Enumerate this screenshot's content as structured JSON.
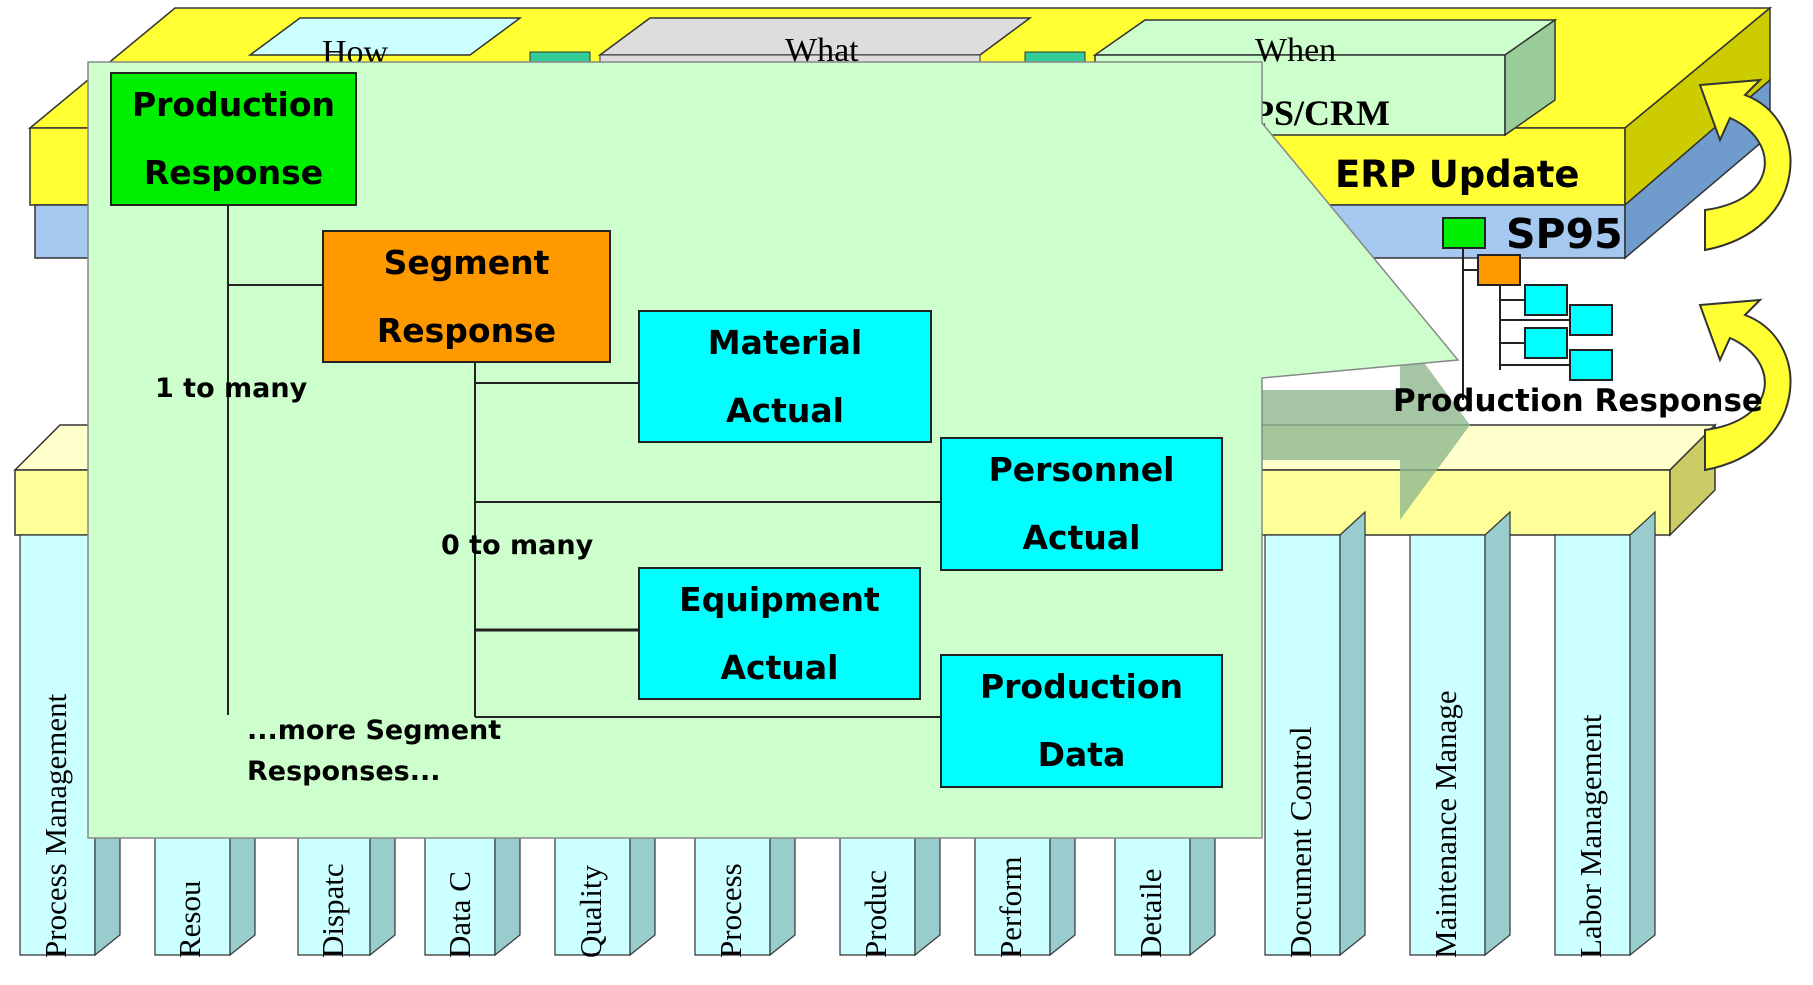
{
  "header": {
    "how_label": "How",
    "what_label": "What",
    "when_label": "When",
    "aps_crm_label": "PS/CRM",
    "erp_update_label": "ERP Update",
    "sp95_label": "SP95",
    "production_response_side_label": "Production Response"
  },
  "pillars": [
    "Process Management",
    "Resou",
    "Dispatc",
    "Data C",
    "Quality",
    "Process",
    "Produc",
    "Perform",
    "Detaile",
    "Document Control",
    "Maintenance Manage",
    "Labor Management"
  ],
  "overlay": {
    "production_response": [
      "Production",
      "Response"
    ],
    "segment_response": [
      "Segment",
      "Response"
    ],
    "material_actual": [
      "Material",
      "Actual"
    ],
    "personnel_actual": [
      "Personnel",
      "Actual"
    ],
    "equipment_actual": [
      "Equipment",
      "Actual"
    ],
    "production_data": [
      "Production",
      "Data"
    ],
    "one_to_many": "1 to many",
    "zero_to_many": "0 to many",
    "more_segments_line1": "...more Segment",
    "more_segments_line2": "Responses..."
  },
  "colors": {
    "overlay_bg": "#ccffcc",
    "production_response_box": "#00ee00",
    "segment_response_box": "#ff9900",
    "actual_box": "#00ffff",
    "erp_yellow": "#ffff33",
    "sp95_blue": "#a4c8f0",
    "pillar_front": "#ccffff",
    "pillar_side": "#99cccc"
  }
}
